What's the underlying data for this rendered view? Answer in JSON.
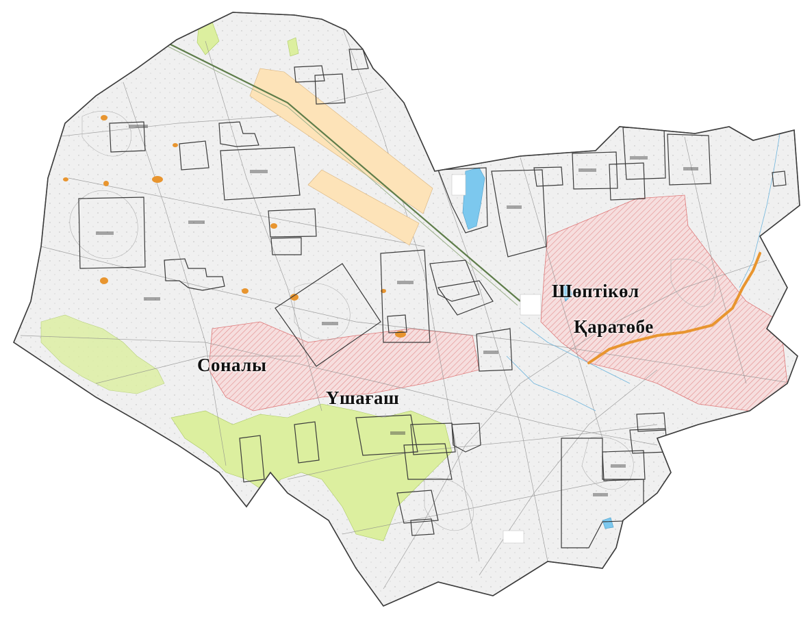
{
  "map": {
    "places": [
      {
        "id": "sonaly",
        "label": "Соналы"
      },
      {
        "id": "ushagash",
        "label": "Үшағаш"
      },
      {
        "id": "shoptikol",
        "label": "Шөптікөл"
      },
      {
        "id": "karatobe",
        "label": "Қаратөбе"
      }
    ],
    "colors": {
      "land": "#f1f1f1",
      "boundary": "#444444",
      "parcel_line": "#333333",
      "orange_parcel": "#fde3b8",
      "lake": "#7cc8ee",
      "green_zone": "#d9eea0",
      "red_hatch": "#e06060",
      "river": "#e89a3a"
    }
  }
}
